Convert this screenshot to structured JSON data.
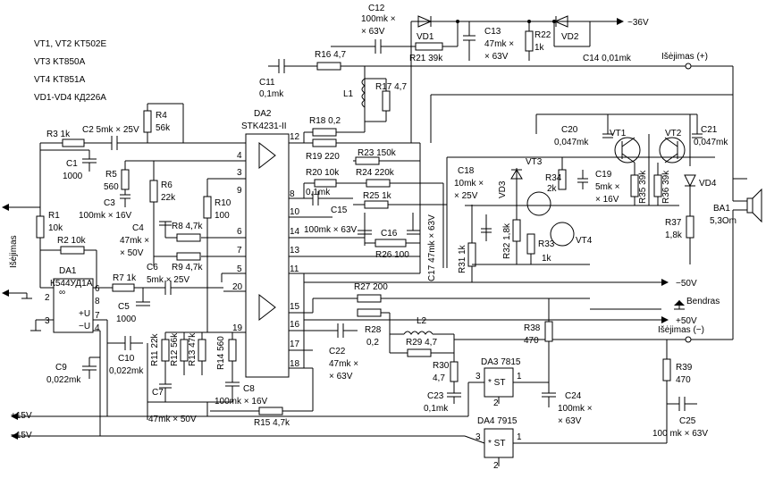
{
  "notes": [
    "VT1, VT2 KT502E",
    "VT3 KT850A",
    "VT4 KT851A",
    "VD1-VD4 КД226А"
  ],
  "ic": {
    "da2": {
      "ref": "DA2",
      "part": "STK4231-II",
      "pins": [
        "12",
        "4",
        "3",
        "9",
        "6",
        "7",
        "5",
        "8",
        "10",
        "14",
        "13",
        "11",
        "20",
        "19",
        "16",
        "15",
        "17",
        "18"
      ]
    },
    "da1": {
      "ref": "DA1",
      "part": "К544УД1А",
      "pins": [
        "2",
        "3",
        "6",
        "8",
        "7",
        "4"
      ],
      "inf": "∞",
      "plus_u": "+U",
      "minus_u": "−U"
    },
    "da3": {
      "ref": "DA3 7815",
      "st": "* ST",
      "pins": [
        "3",
        "2",
        "1"
      ]
    },
    "da4": {
      "ref": "DA4 7915",
      "st": "* ST",
      "pins": [
        "3",
        "2",
        "1"
      ]
    }
  },
  "labels": {
    "C12": "C12",
    "C12v": "100mk ×",
    "C12w": "× 63V",
    "VD1": "VD1",
    "R21": "R21 39k",
    "C13": "C13",
    "C13v": "47mk ×",
    "C13w": "× 63V",
    "R22": "R22",
    "R22v": "1k",
    "VD2": "VD2",
    "C14": "C14 0,01mk",
    "v36": "~36V",
    "C11": "C11",
    "C11v": "0,1mk",
    "R16": "R16 4,7",
    "L1": "L1",
    "R17": "R17 4,7",
    "out_plus": "Išėjimas (+)",
    "R4": "R4",
    "R4v": "56k",
    "R3": "R3 1k",
    "C2": "C2 5mk × 25V",
    "R18": "R18 0,2",
    "R19": "R19 220",
    "R23": "R23 150k",
    "R24": "R24 220k",
    "R20": "R20 10k",
    "C15v": "0,1mk",
    "C15": "C15",
    "R25": "R25 1k",
    "C20": "C20",
    "C20v": "0,047mk",
    "VT1": "VT1",
    "VT2": "VT2",
    "C21": "C21",
    "C21v": "0,047mk",
    "C1": "C1",
    "C1v": "1000",
    "R5": "R5",
    "R5v": "560",
    "R6": "R6",
    "R6v": "22k",
    "C3": "C3",
    "C3v": "100mk × 16V",
    "R10": "R10",
    "R10v": "100",
    "C4": "C4",
    "C4v": "47mk ×",
    "C4w": "× 50V",
    "R8": "R8 4,7k",
    "R9": "R9 4,7k",
    "C18": "C18",
    "C18v": "10mk ×",
    "C18w": "× 25V",
    "VT3": "VT3",
    "VD3": "VD3",
    "R34": "R34",
    "R34v": "2k",
    "C19": "C19",
    "C19v": "5mk ×",
    "C19w": "× 16V",
    "R35": "R35 39k",
    "R36": "R36 39k",
    "VD4": "VD4",
    "BA1": "BA1",
    "BA1v": "5,3Om",
    "R37": "R37",
    "R37v": "1,8k",
    "C16": "C16",
    "C16v": "100mk × 63V",
    "R26": "R26 100",
    "C17": "C17 47mk × 63V",
    "R31": "R31 1k",
    "R32": "R32 1,8k",
    "R33": "R33",
    "R33v": "1k",
    "VT4": "VT4",
    "R1": "R1",
    "R1v": "10k",
    "R2": "R2 10k",
    "ies": "Išėjimas",
    "C6": "C6",
    "C6v": "5mk × 25V",
    "R7": "R7 1k",
    "C5": "C5",
    "C5v": "1000",
    "minus50": "−50V",
    "bendras": "Bendras",
    "plus50": "+50V",
    "R27": "R27 200",
    "R28": "R28",
    "R28v": "0,2",
    "C22": "C22",
    "C22v": "47mk ×",
    "C22w": "× 63V",
    "L2": "L2",
    "R29": "R29 4,7",
    "R38": "R38",
    "R38v": "470",
    "out_minus": "Išėjimas (−)",
    "C10": "C10",
    "C10v": "0,022mk",
    "C9": "C9",
    "C9v": "0,022mk",
    "R11": "R11 22k",
    "R12": "R12 56k",
    "R13": "R13 47k",
    "R14": "R14 560",
    "C7": "C7",
    "C7v": "47mk × 50V",
    "C8": "C8",
    "C8v": "100mk × 16V",
    "R15": "R15 4,7k",
    "R30": "R30",
    "R30v": "4,7",
    "C23": "C23",
    "C23v": "0,1mk",
    "C24": "C24",
    "C24v": "100mk ×",
    "C24w": "× 63V",
    "R39": "R39",
    "R39v": "470",
    "C25": "C25",
    "C25v": "100 mk × 63V",
    "p15": "+15V",
    "m15": "−15V"
  }
}
